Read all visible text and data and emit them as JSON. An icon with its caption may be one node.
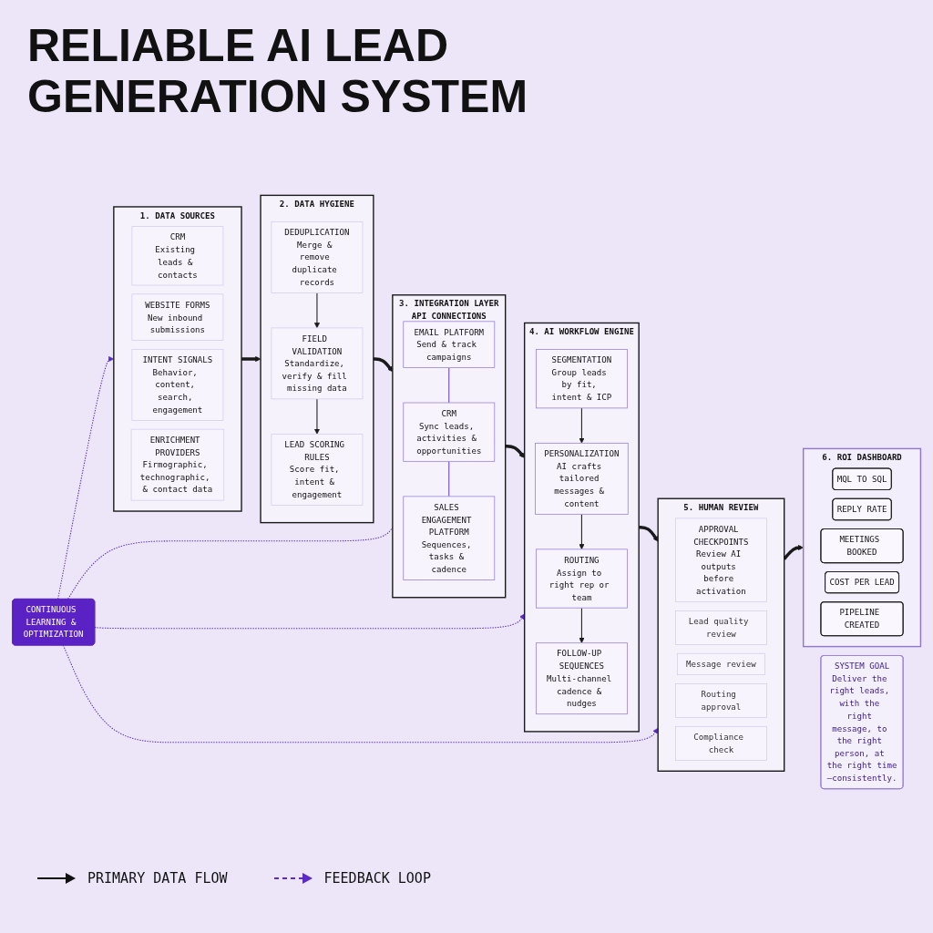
{
  "diagram": {
    "title": "RELIABLE AI LEAD GENERATION SYSTEM",
    "nodes": [
      {
        "text": [
          "1. DATA SOURCES"
        ]
      },
      {
        "text": [
          "CRM",
          "Existing leads & contacts"
        ],
        "in": 0
      },
      {
        "text": [
          "WEBSITE FORMS",
          "New inbound submissions"
        ],
        "in": 0
      },
      {
        "text": [
          "INTENT SIGNALS",
          "Behavior, content, search, engagement"
        ],
        "in": 0
      },
      {
        "text": [
          "ENRICHMENT PROVIDERS",
          "Firmographic, technographic, & contact data"
        ],
        "in": 0
      },
      {
        "text": [
          "2. DATA HYGIENE"
        ]
      },
      {
        "text": [
          "DEDUPLICATION",
          "Merge & remove duplicate records"
        ],
        "in": 5
      },
      {
        "text": [
          "FIELD VALIDATION",
          "Standardize, verify & fill missing data"
        ],
        "in": 5
      },
      {
        "text": [
          "LEAD SCORING RULES",
          "Score fit, intent & engagement"
        ],
        "in": 5
      },
      {
        "text": [
          "3. INTEGRATION LAYER",
          "API CONNECTIONS"
        ]
      },
      {
        "text": [
          "EMAIL PLATFORM",
          "Send & track campaigns"
        ],
        "in": 9
      },
      {
        "text": [
          "CRM",
          "Sync leads, activities & opportunities"
        ],
        "in": 9
      },
      {
        "text": [
          "SALES ENGAGEMENT PLATFORM",
          "Sequences, tasks & cadence"
        ],
        "in": 9
      },
      {
        "text": [
          "4. AI WORKFLOW ENGINE"
        ]
      },
      {
        "text": [
          "SEGMENTATION",
          "Group leads by fit, intent & ICP"
        ],
        "in": 13
      },
      {
        "text": [
          "PERSONALIZATION",
          "AI crafts tailored messages & content"
        ],
        "in": 13
      },
      {
        "text": [
          "ROUTING",
          "Assign to right rep or team"
        ],
        "in": 13
      },
      {
        "text": [
          "FOLLOW-UP SEQUENCES",
          "Multi-channel cadence & nudges"
        ],
        "in": 13
      },
      {
        "text": [
          "5. HUMAN REVIEW"
        ]
      },
      {
        "text": [
          "APPROVAL CHECKPOINTS",
          "Review AI outputs before activation"
        ],
        "in": 18
      },
      {
        "text": [
          "Lead quality review"
        ],
        "in": 18
      },
      {
        "text": [
          "Message review"
        ],
        "in": 18
      },
      {
        "text": [
          "Routing approval"
        ],
        "in": 18
      },
      {
        "text": [
          "Compliance check"
        ],
        "in": 18
      },
      {
        "text": [
          "6. ROI DASHBOARD"
        ]
      },
      {
        "text": [
          "MQL TO SQL"
        ],
        "in": 24
      },
      {
        "text": [
          "REPLY RATE"
        ],
        "in": 24
      },
      {
        "text": [
          "MEETINGS BOOKED"
        ],
        "in": 24
      },
      {
        "text": [
          "COST PER LEAD"
        ],
        "in": 24
      },
      {
        "text": [
          "PIPELINE CREATED"
        ],
        "in": 24
      },
      {
        "text": [
          "CONTINUOUS LEARNING & OPTIMIZATION"
        ]
      },
      {
        "text": [
          "SYSTEM GOAL",
          "Deliver the right leads, with the right message, to the right person, at the right time—consistently."
        ]
      }
    ],
    "edges": [
      {
        "from": 0,
        "to": 5,
        "arrow": "to",
        "style": "thick"
      },
      {
        "from": 5,
        "to": 9,
        "arrow": "to",
        "style": "thick"
      },
      {
        "from": 9,
        "to": 13,
        "arrow": "to",
        "style": "thick"
      },
      {
        "from": 13,
        "to": 18,
        "arrow": "to",
        "style": "thick"
      },
      {
        "from": 18,
        "to": 24,
        "arrow": "to",
        "style": "thick"
      },
      {
        "from": 6,
        "to": 7,
        "arrow": "to"
      },
      {
        "from": 7,
        "to": 8,
        "arrow": "to"
      },
      {
        "from": 10,
        "to": 11,
        "arrow": "none",
        "color": "#6a3fd0"
      },
      {
        "from": 11,
        "to": 12,
        "arrow": "none",
        "color": "#6a3fd0"
      },
      {
        "from": 14,
        "to": 15,
        "arrow": "to"
      },
      {
        "from": 15,
        "to": 16,
        "arrow": "to"
      },
      {
        "from": 16,
        "to": 17,
        "arrow": "to"
      },
      {
        "from": 30,
        "to": 9,
        "arrow": "none",
        "style": "dashed",
        "color": "#5a2bc6"
      },
      {
        "from": 30,
        "to": 0,
        "arrow": "to",
        "style": "dashed",
        "color": "#5a2bc6"
      },
      {
        "from": 30,
        "to": 13,
        "arrow": "to",
        "style": "dashed",
        "color": "#5a2bc6"
      },
      {
        "from": 30,
        "to": 18,
        "arrow": "to",
        "style": "dashed",
        "color": "#5a2bc6"
      }
    ],
    "legend": [
      {
        "text": "PRIMARY DATA FLOW"
      },
      {
        "text": "FEEDBACK LOOP"
      }
    ]
  }
}
